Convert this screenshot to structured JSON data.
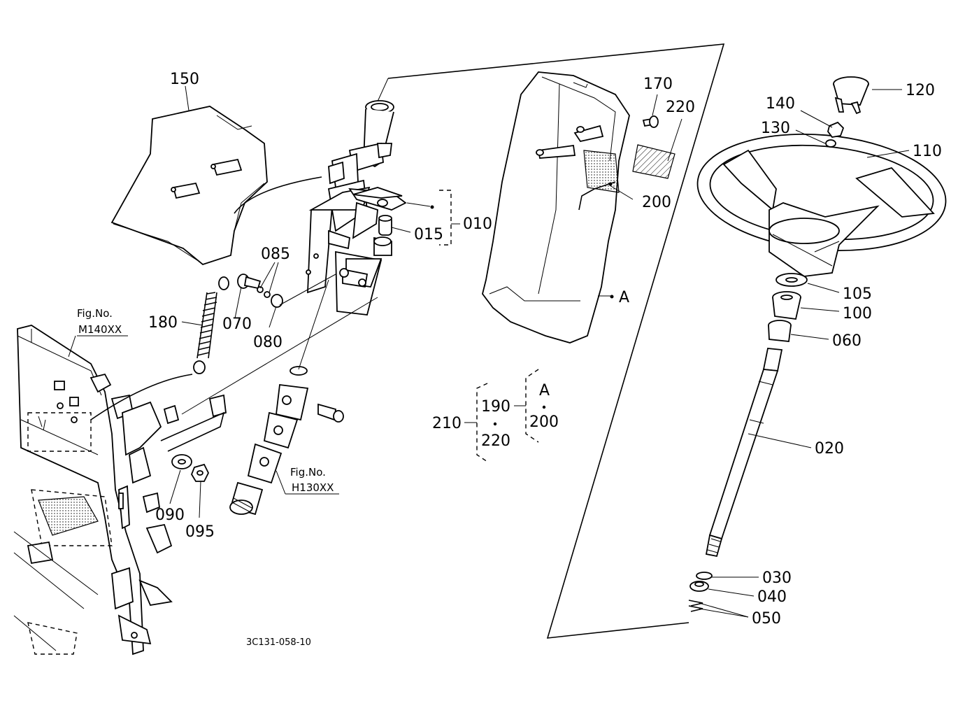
{
  "diagram_code": "3C131-058-10",
  "part_labels": {
    "p010": "010",
    "p015": "015",
    "p020": "020",
    "p030": "030",
    "p040": "040",
    "p050": "050",
    "p060": "060",
    "p070": "070",
    "p080": "080",
    "p085": "085",
    "p090": "090",
    "p095": "095",
    "p100": "100",
    "p105": "105",
    "p110": "110",
    "p120": "120",
    "p130": "130",
    "p140": "140",
    "p150": "150",
    "p170": "170",
    "p180": "180",
    "p200": "200",
    "p210": "210",
    "p220": "220",
    "pA": "A"
  },
  "set_groups": {
    "g210": "210",
    "g190": "190",
    "g220": "220",
    "gA": "A",
    "g200": "200"
  },
  "figure_refs": {
    "m_title": "Fig.No.",
    "m_code": "M140XX",
    "h_title": "Fig.No.",
    "h_code": "H130XX"
  }
}
